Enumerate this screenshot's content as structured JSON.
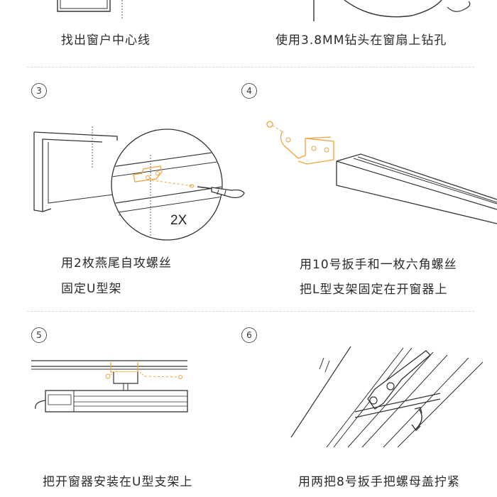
{
  "steps": [
    {
      "number": "",
      "caption_lines": [
        "找出窗户中心线"
      ]
    },
    {
      "number": "",
      "caption_lines": [
        "使用3.8MM钻头在窗扇上钻孔"
      ]
    },
    {
      "number": "3",
      "caption_lines": [
        "用2枚燕尾自攻螺丝",
        "固定U型架"
      ],
      "label": "2X"
    },
    {
      "number": "4",
      "caption_lines": [
        "用10号扳手和一枚六角螺丝",
        "把L型支架固定在开窗器上"
      ]
    },
    {
      "number": "5",
      "caption_lines": [
        "把开窗器安装在U型支架上"
      ]
    },
    {
      "number": "6",
      "caption_lines": [
        "用两把8号扳手把螺母盖拧紧"
      ]
    }
  ],
  "colors": {
    "accent": "#f0a33c",
    "line": "#333333",
    "divider": "#d9d9d9"
  }
}
